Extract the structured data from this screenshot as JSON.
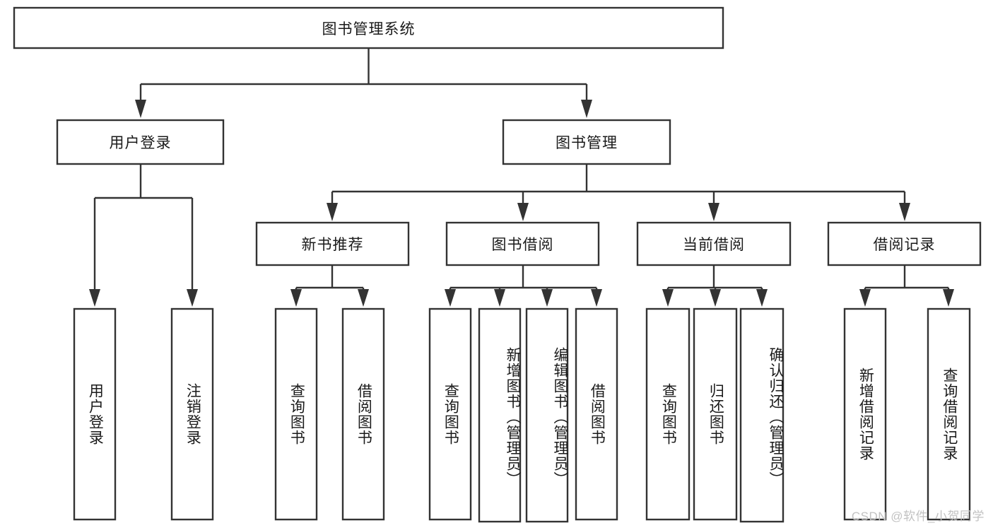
{
  "diagram": {
    "type": "tree-hierarchy",
    "orientation": "top-down",
    "root": {
      "label": "图书管理系统"
    },
    "level1": [
      {
        "label": "用户登录"
      },
      {
        "label": "图书管理"
      }
    ],
    "level2": [
      {
        "label": "新书推荐"
      },
      {
        "label": "图书借阅"
      },
      {
        "label": "当前借阅"
      },
      {
        "label": "借阅记录"
      }
    ],
    "leaves_user_login": [
      {
        "label": "用户登录"
      },
      {
        "label": "注销登录"
      }
    ],
    "leaves_new_book": [
      {
        "label": "查询图书"
      },
      {
        "label": "借阅图书"
      }
    ],
    "leaves_borrow": [
      {
        "label": "查询图书"
      },
      {
        "label": "新增图书（管理员）"
      },
      {
        "label": "编辑图书（管理员）"
      },
      {
        "label": "借阅图书"
      }
    ],
    "leaves_current": [
      {
        "label": "查询图书"
      },
      {
        "label": "归还图书"
      },
      {
        "label": "确认归还（管理员）"
      }
    ],
    "leaves_record": [
      {
        "label": "新增借阅记录"
      },
      {
        "label": "查询借阅记录"
      }
    ],
    "colors": {
      "box_stroke": "#333333",
      "box_fill": "#ffffff",
      "text": "#1a1a1a",
      "background": "#ffffff",
      "watermark": "#c2c2c2"
    }
  },
  "watermark": {
    "text": "CSDN @软件_小贺同学"
  }
}
